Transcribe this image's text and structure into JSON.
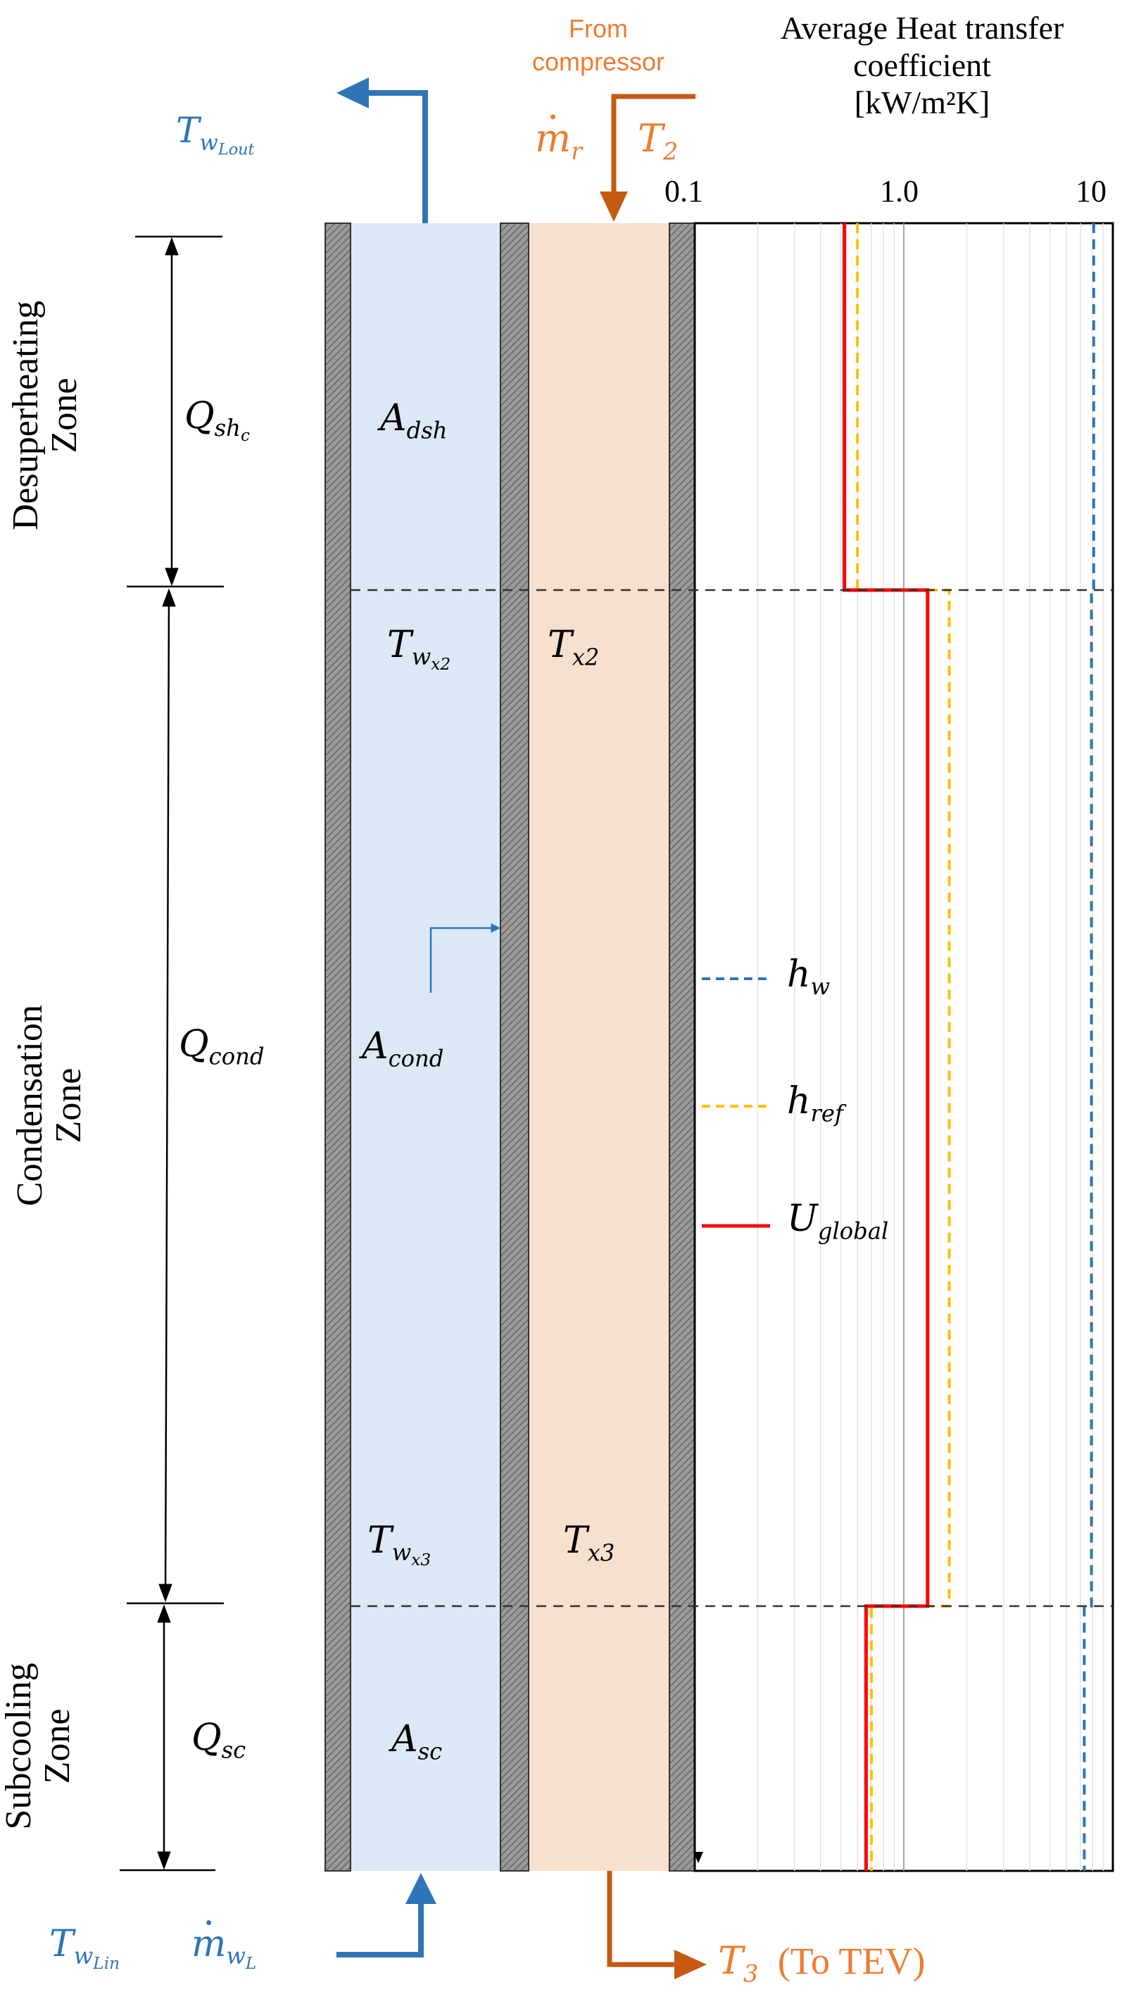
{
  "top": {
    "from_compressor_line1": "From",
    "from_compressor_line2": "compressor",
    "water_out_label": "T",
    "water_out_sub": "w",
    "water_out_subsub": "Lout",
    "ref_mass_label": "m",
    "ref_mass_sub": "r",
    "ref_temp_in": "T",
    "ref_temp_in_sub": "2"
  },
  "bottom": {
    "water_in_label": "T",
    "water_in_sub": "w",
    "water_in_subsub": "Lin",
    "water_mass_label": "m",
    "water_mass_sub": "w",
    "water_mass_subsub": "L",
    "ref_out_label": "T",
    "ref_out_sub": "3",
    "ref_out_note": "(To TEV)"
  },
  "zones": [
    {
      "name_line1": "Desuperheating",
      "name_line2": "Zone",
      "heat": "Q",
      "heat_sub": "sh",
      "heat_subsub": "c",
      "area": "A",
      "area_sub": "dsh"
    },
    {
      "name_line1": "Condensation",
      "name_line2": "Zone",
      "heat": "Q",
      "heat_sub": "cond",
      "heat_subsub": "",
      "area": "A",
      "area_sub": "cond"
    },
    {
      "name_line1": "Subcooling",
      "name_line2": "Zone",
      "heat": "Q",
      "heat_sub": "sc",
      "heat_subsub": "",
      "area": "A",
      "area_sub": "sc"
    }
  ],
  "temps": {
    "tw_x2": {
      "base": "T",
      "sub": "w",
      "subsub": "x2"
    },
    "t_x2": {
      "base": "T",
      "sub": "x2"
    },
    "tw_x3": {
      "base": "T",
      "sub": "w",
      "subsub": "x3"
    },
    "t_x3": {
      "base": "T",
      "sub": "x3"
    }
  },
  "colors": {
    "water": "#2e75b6",
    "refrigerant": "#c55a11",
    "refrigerant_text": "#ed7d31",
    "water_fill": "#dce8f5",
    "ref_fill": "#f8e0cf",
    "wall": "#7f7f7f",
    "h_w": "#2e75b6",
    "h_ref": "#ffc000",
    "u_global": "#ff0000"
  },
  "chart_data": {
    "type": "line",
    "title_line1": "Average Heat transfer",
    "title_line2": "coefficient",
    "title_line3": "[kW/m²K]",
    "x_scale": "log",
    "xlim": [
      0.1,
      10
    ],
    "tick_labels": [
      "0.1",
      "1.0",
      "10"
    ],
    "y_zones": [
      "Desuperheating",
      "Condensation",
      "Subcooling"
    ],
    "legend_placement": "middle-left",
    "series": [
      {
        "name": "h",
        "sub": "w",
        "style": "dashed",
        "color": "#2e75b6",
        "values": [
          8.1,
          7.9,
          7.3
        ]
      },
      {
        "name": "h",
        "sub": "ref",
        "style": "dashed",
        "color": "#ffc000",
        "values": [
          0.6,
          1.65,
          0.7
        ]
      },
      {
        "name": "U",
        "sub": "global",
        "style": "solid",
        "color": "#ff0000",
        "values": [
          0.52,
          1.3,
          0.66
        ]
      }
    ]
  }
}
